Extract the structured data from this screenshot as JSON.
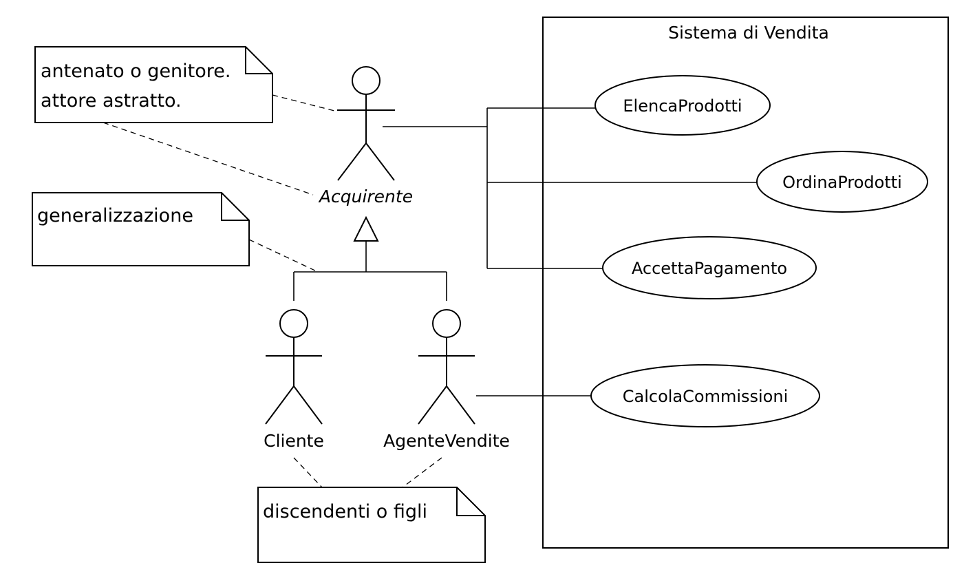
{
  "system": {
    "title": "Sistema di Vendita"
  },
  "actors": {
    "acquirente": "Acquirente",
    "cliente": "Cliente",
    "agente_vendite": "AgenteVendite"
  },
  "use_cases": {
    "elenca_prodotti": "ElencaProdotti",
    "ordina_prodotti": "OrdinaProdotti",
    "accetta_pagamento": "AccettaPagamento",
    "calcola_commissioni": "CalcolaCommissioni"
  },
  "notes": {
    "ancestor_line1": "antenato o genitore.",
    "ancestor_line2": "attore astratto.",
    "generalization": "generalizzazione",
    "descendants": "discendenti o figli"
  }
}
